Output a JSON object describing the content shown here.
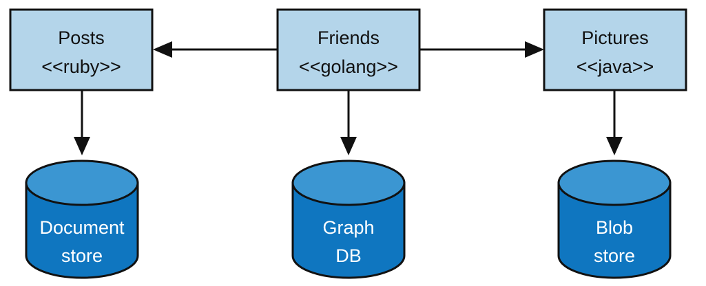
{
  "colors": {
    "service_fill": "#b4d5ea",
    "db_body": "#0f76c0",
    "db_top": "#3b96d2",
    "stroke": "#111111",
    "db_text": "#ffffff"
  },
  "services": {
    "posts": {
      "name": "Posts",
      "tech": "<<ruby>>"
    },
    "friends": {
      "name": "Friends",
      "tech": "<<golang>>"
    },
    "pictures": {
      "name": "Pictures",
      "tech": "<<java>>"
    }
  },
  "datastores": {
    "document": {
      "line1": "Document",
      "line2": "store"
    },
    "graph": {
      "line1": "Graph",
      "line2": "DB"
    },
    "blob": {
      "line1": "Blob",
      "line2": "store"
    }
  },
  "edges": [
    {
      "from": "Friends",
      "to": "Posts"
    },
    {
      "from": "Friends",
      "to": "Pictures"
    },
    {
      "from": "Posts",
      "to": "Document store"
    },
    {
      "from": "Friends",
      "to": "Graph DB"
    },
    {
      "from": "Pictures",
      "to": "Blob store"
    }
  ]
}
